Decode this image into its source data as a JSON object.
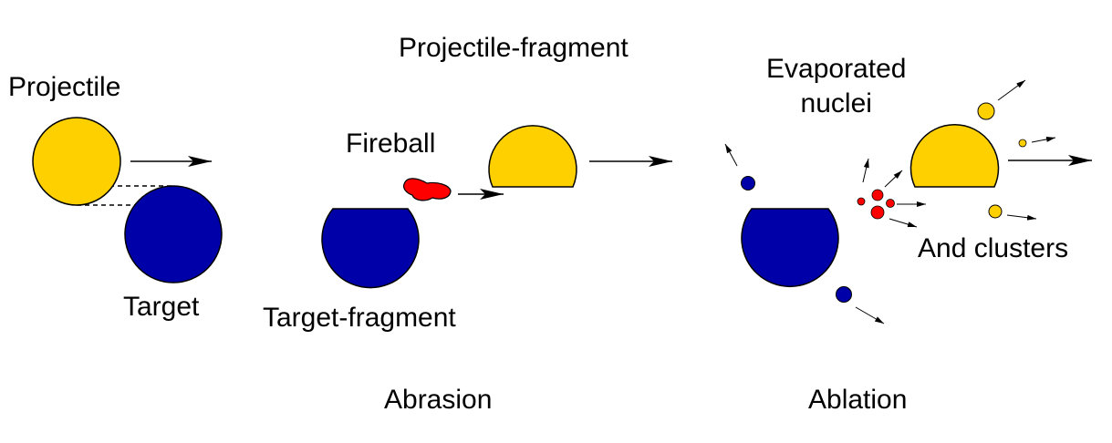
{
  "colors": {
    "projectile": "#ffd000",
    "target": "#0000a8",
    "fireball": "#ff0000",
    "stroke": "#000000"
  },
  "labels": {
    "projectile": "Projectile",
    "target": "Target",
    "projectile_fragment": "Projectile-fragment",
    "fireball": "Fireball",
    "target_fragment": "Target-fragment",
    "evaporated_nuclei": "Evaporated\nnuclei",
    "and_clusters": "And clusters",
    "abrasion": "Abrasion",
    "ablation": "Ablation"
  }
}
